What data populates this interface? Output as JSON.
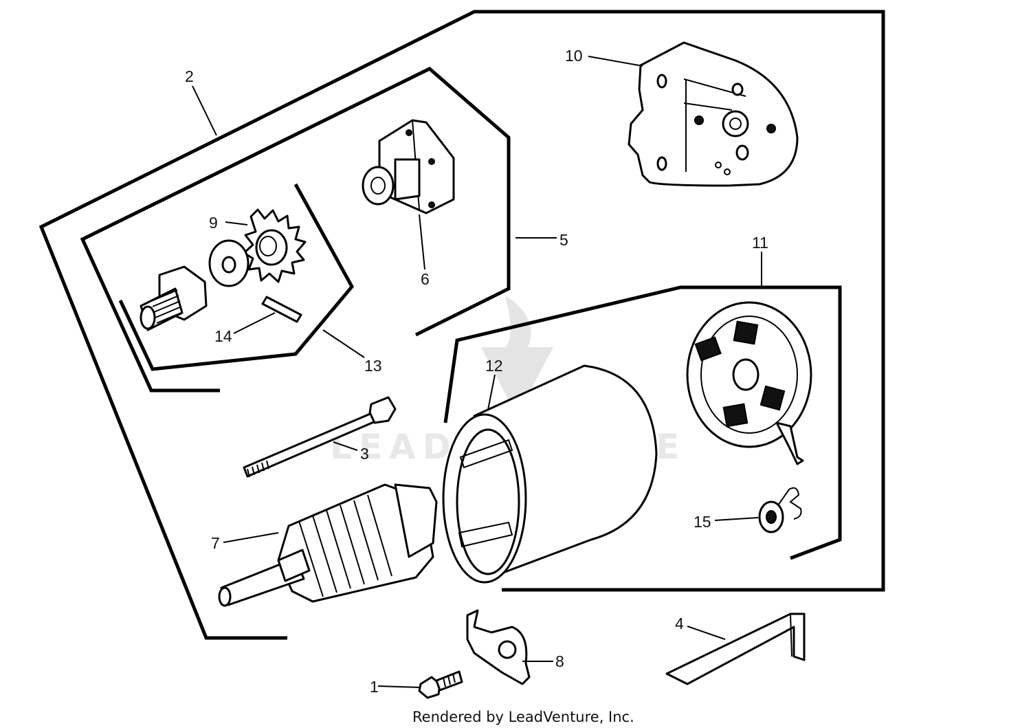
{
  "callouts": {
    "c1": "1",
    "c2": "2",
    "c3": "3",
    "c4": "4",
    "c5": "5",
    "c6": "6",
    "c7": "7",
    "c8": "8",
    "c9": "9",
    "c10": "10",
    "c11": "11",
    "c12": "12",
    "c13": "13",
    "c14": "14",
    "c15": "15"
  },
  "footer": "Rendered by LeadVenture, Inc.",
  "watermark": "LEADVENTURE",
  "colors": {
    "line": "#000000",
    "background": "#ffffff",
    "watermark": "#d6d6d6"
  }
}
